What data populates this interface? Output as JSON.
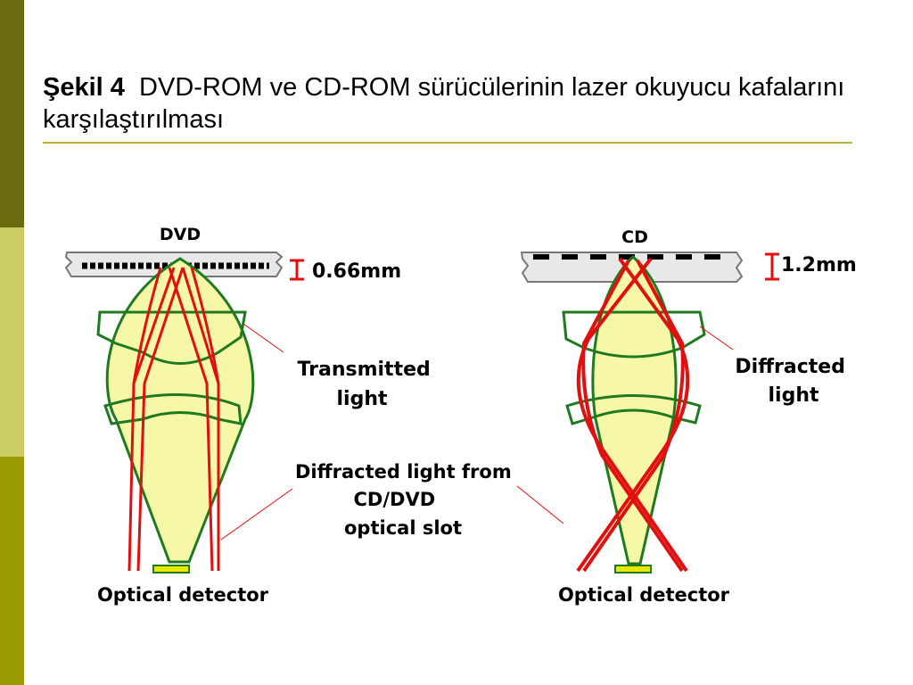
{
  "title": {
    "prefix": "Şekil 4",
    "text": "DVD-ROM ve CD-ROM sürücülerinin lazer okuyucu kafalarını karşılaştırılması"
  },
  "diagram": {
    "dvd": {
      "label": "DVD",
      "thickness": "0.66mm",
      "callout_lines": [
        "Transmitted",
        "light"
      ],
      "detector_label": "Optical detector"
    },
    "cd": {
      "label": "CD",
      "thickness": "1.2mm",
      "callout_lines": [
        "Diffracted",
        "light"
      ],
      "detector_label": "Optical detector"
    },
    "shared_callout_lines": [
      "Diffracted light from",
      "CD/DVD",
      "optical slot"
    ]
  },
  "colors": {
    "bar_dark": "#6b6b0f",
    "bar_light": "#cccc66",
    "bar_olive": "#999900",
    "rule": "#b5b52d",
    "lens_fill": "#f7f7a8",
    "lens_outline": "#1e7a1e",
    "laser_ray": "#e01010",
    "disc_fill": "#e8e8e8"
  }
}
